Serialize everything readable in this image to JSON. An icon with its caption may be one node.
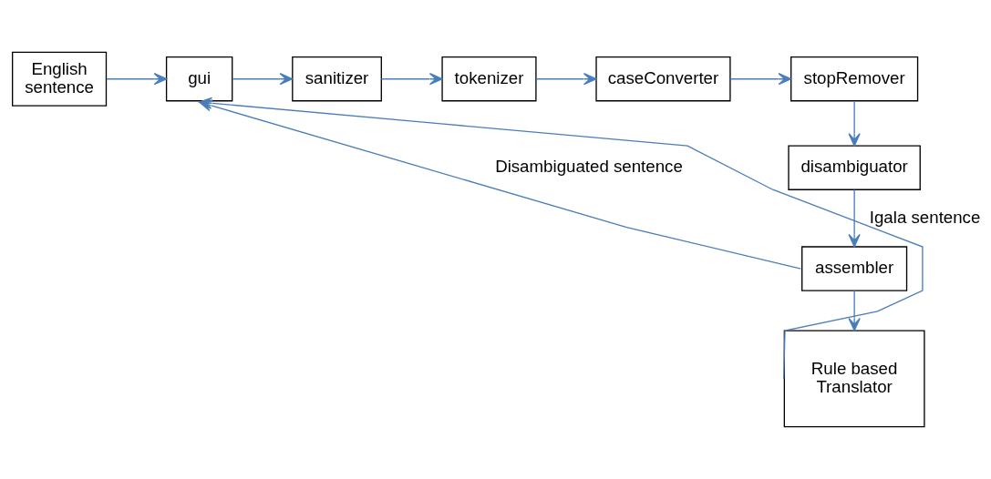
{
  "diagram": {
    "nodes": [
      {
        "text": [
          "English sentence"
        ]
      },
      {
        "text": [
          "gui"
        ]
      },
      {
        "text": [
          "sanitizer"
        ]
      },
      {
        "text": [
          "tokenizer"
        ]
      },
      {
        "text": [
          "caseConverter"
        ]
      },
      {
        "text": [
          "stopRemover"
        ]
      },
      {
        "text": [
          "disambiguator"
        ]
      },
      {
        "text": [
          "assembler"
        ]
      },
      {
        "text": [
          "Rule based Translator"
        ]
      }
    ],
    "edges": [
      {
        "from": 0,
        "to": 1,
        "arrow": "to"
      },
      {
        "from": 1,
        "to": 2,
        "arrow": "to"
      },
      {
        "from": 2,
        "to": 3,
        "arrow": "to"
      },
      {
        "from": 3,
        "to": 4,
        "arrow": "to"
      },
      {
        "from": 4,
        "to": 5,
        "arrow": "to"
      },
      {
        "from": 5,
        "to": 6,
        "arrow": "to"
      },
      {
        "from": 6,
        "to": 7,
        "arrow": "to"
      },
      {
        "from": 7,
        "to": 1,
        "arrow": "to",
        "label": "Disambiguated sentence"
      },
      {
        "from": 7,
        "to": 8,
        "arrow": "to"
      },
      {
        "from": 8,
        "to": 1,
        "arrow": "to",
        "label": "Igala sentence"
      }
    ]
  }
}
